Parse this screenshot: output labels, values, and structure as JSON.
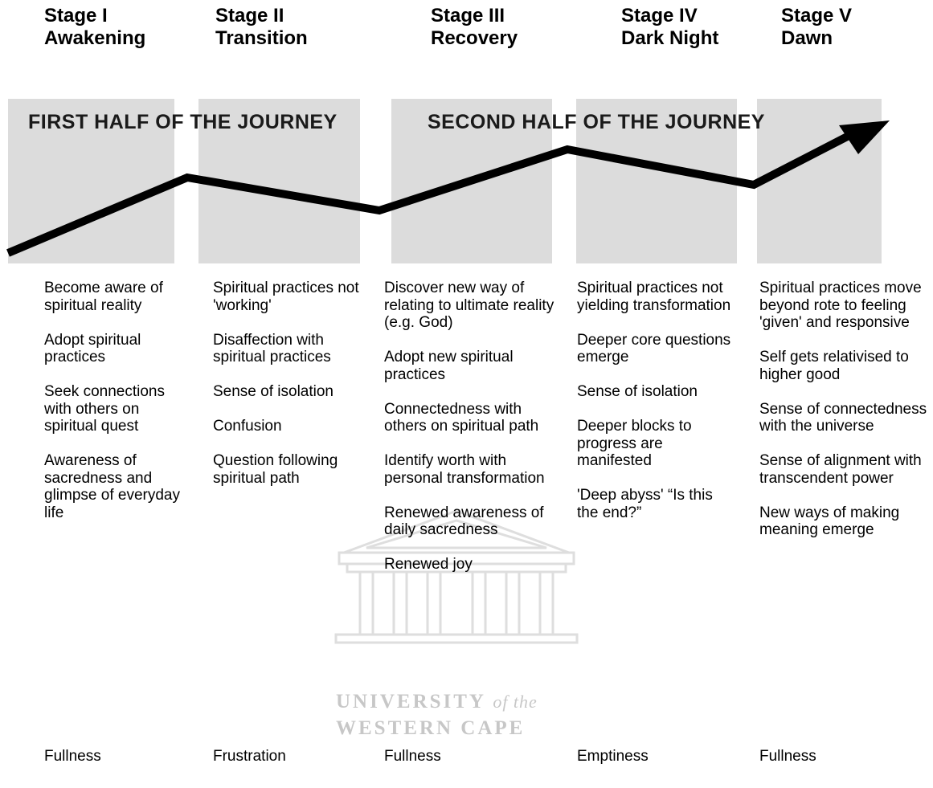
{
  "stages": [
    {
      "number": "Stage I",
      "name": "Awakening"
    },
    {
      "number": "Stage II",
      "name": "Transition"
    },
    {
      "number": "Stage III",
      "name": "Recovery"
    },
    {
      "number": "Stage IV",
      "name": "Dark Night"
    },
    {
      "number": "Stage V",
      "name": "Dawn"
    }
  ],
  "journey": {
    "first_half_label": "FIRST HALF OF THE JOURNEY",
    "second_half_label": "SECOND HALF OF THE JOURNEY"
  },
  "descriptions": [
    [
      "Become aware of spiritual reality",
      "Adopt spiritual practices",
      "Seek connections with others on spiritual quest",
      "Awareness of sacredness and glimpse of everyday life"
    ],
    [
      "Spiritual practices not 'working'",
      "Disaffection with spiritual practices",
      "Sense of isolation",
      "Confusion",
      "Question following spiritual path"
    ],
    [
      "Discover new way of relating to ultimate reality (e.g. God)",
      "Adopt new spiritual practices",
      "Connectedness with others on spiritual path",
      "Identify worth with personal transformation",
      "Renewed awareness of daily sacredness",
      "Renewed joy"
    ],
    [
      "Spiritual practices not yielding transformation",
      "Deeper core questions emerge",
      "Sense of isolation",
      "Deeper blocks to progress are manifested",
      "'Deep abyss' “Is this the end?”"
    ],
    [
      "Spiritual practices move beyond rote to feeling 'given' and responsive",
      "Self gets relativised to higher good",
      "Sense of connectedness with the universe",
      "Sense of alignment with transcendent power",
      "New ways of making meaning emerge"
    ]
  ],
  "outcomes": [
    "Fullness",
    "Frustration",
    "Fullness",
    "Emptiness",
    "Fullness"
  ],
  "watermark": {
    "line1": "UNIVERSITY",
    "line1_suffix": "of the",
    "line2": "WESTERN CAPE"
  },
  "colors": {
    "band": "#dcdcdc",
    "line": "#000000",
    "text": "#000000"
  }
}
